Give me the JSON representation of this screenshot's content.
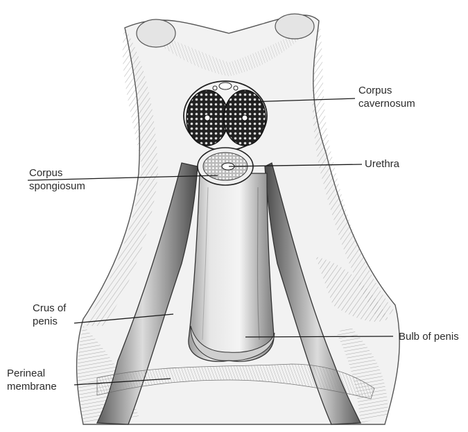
{
  "labels": {
    "corpus_cavernosum": {
      "line1": "Corpus",
      "line2": "cavernosum"
    },
    "urethra": {
      "line1": "Urethra"
    },
    "corpus_spongiosum": {
      "line1": "Corpus",
      "line2": "spongiosum"
    },
    "crus_of_penis": {
      "line1": "Crus of",
      "line2": "penis"
    },
    "bulb_of_penis": {
      "line1": "Bulb of penis"
    },
    "perineal_membrane": {
      "line1": "Perineal",
      "line2": "membrane"
    }
  },
  "colors": {
    "ink": "#2a2a2a",
    "shade": "#6e6e6e",
    "light": "#e8e8e8",
    "background": "#ffffff"
  }
}
